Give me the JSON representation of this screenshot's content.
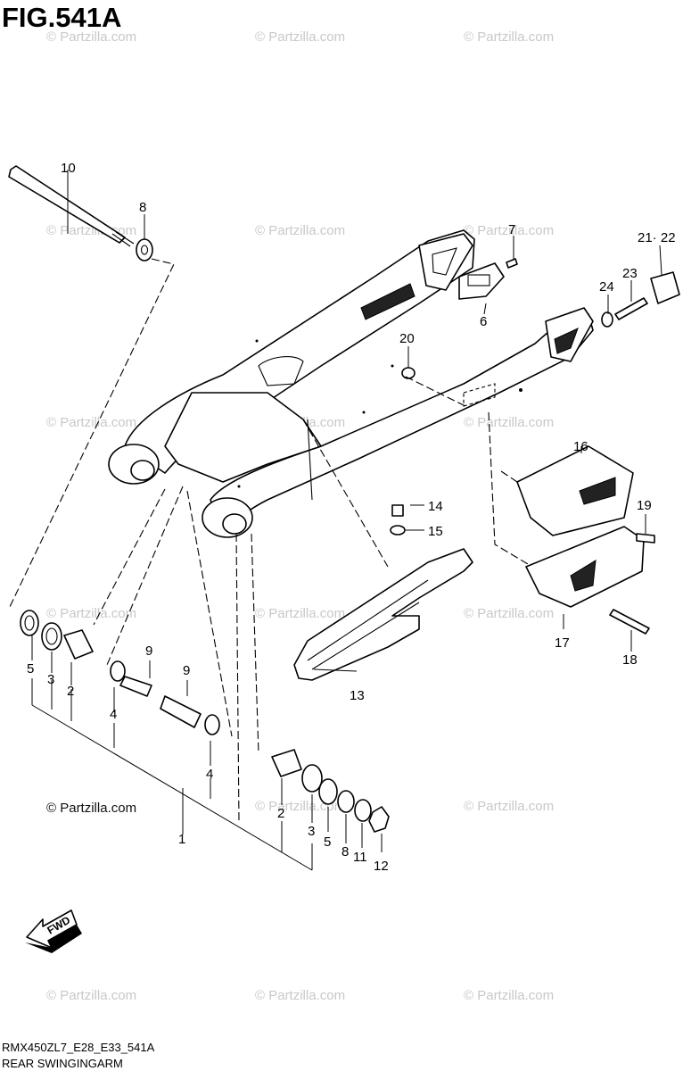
{
  "figure": {
    "title": "FIG.541A",
    "code": "RMX450ZL7_E28_E33_541A",
    "name": "REAR SWINGINGARM"
  },
  "watermark": {
    "text": "© Partzilla.com",
    "color": "#c8c8c8",
    "emphasized_color": "#111111"
  },
  "fwd_label": "FWD",
  "callouts": {
    "c1": "1",
    "c2a": "2",
    "c2b": "2",
    "c3a": "3",
    "c3b": "3",
    "c4a": "4",
    "c4b": "4",
    "c5a": "5",
    "c5b": "5",
    "c6": "6",
    "c7": "7",
    "c8a": "8",
    "c8b": "8",
    "c9a": "9",
    "c9b": "9",
    "c10": "10",
    "c11": "11",
    "c12": "12",
    "c13": "13",
    "c14": "14",
    "c15": "15",
    "c16": "16",
    "c17": "17",
    "c18": "18",
    "c19": "19",
    "c20": "20",
    "c2122": "21· 22",
    "c23": "23",
    "c24": "24"
  }
}
